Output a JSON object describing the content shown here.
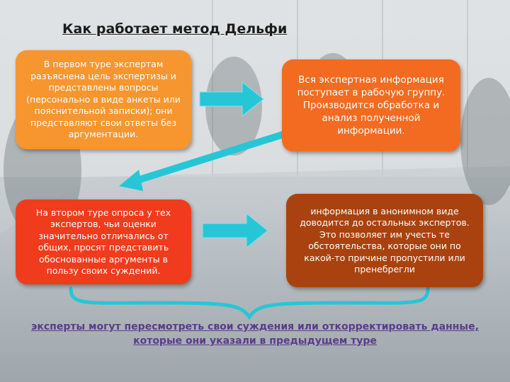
{
  "title": "Как работает метод Дельфи",
  "boxes": {
    "step1": "В первом туре экспертам разъяснена цель экспертизы и представлены вопросы (персонально в виде анкеты или пояснительной записки); они представляют свои ответы без аргументации.",
    "step2": "Вся экспертная информация поступает в рабочую группу. Производится обработка и анализ полученной информации.",
    "step3": "На втором туре опроса у тех экспертов, чьи оценки значительно отличались от общих, просят представить обоснованные аргументы в пользу своих суждений.",
    "step4": "информация в анонимном виде доводится до остальных экспертов. Это позволяет им учесть те обстоятельства, которые они по какой-то причине пропустили или пренебрегли"
  },
  "footer": {
    "line1": "эксперты могут пересмотреть свои суждения или откорректировать данные,",
    "line2": "которые они указали в предыдущем туре"
  },
  "colors": {
    "step1": "#f7962f",
    "step2": "#f26b21",
    "step3": "#f03c1c",
    "step4": "#a9420e",
    "arrow": "#27c6d6",
    "brace": "#27c6d6",
    "footer_text": "#5a3b8a"
  }
}
